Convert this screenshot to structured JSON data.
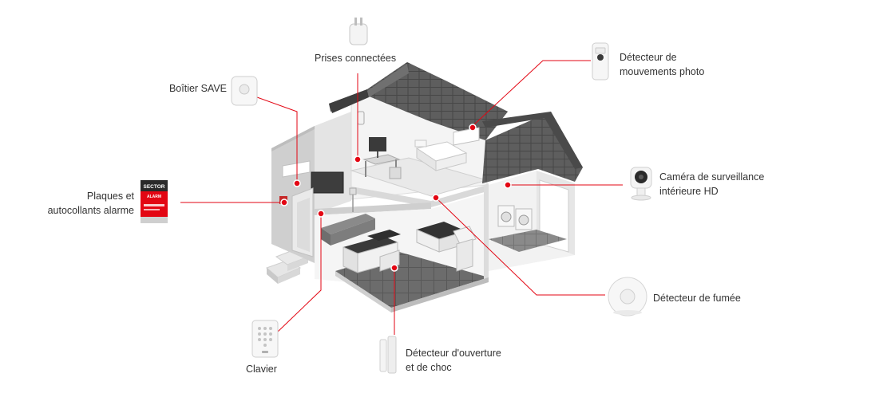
{
  "colors": {
    "accent": "#e30613",
    "roof": "#5a5a5a",
    "wall": "#f2f2f2",
    "floor_tile": "#6a6a6a"
  },
  "labels": {
    "prises": "Prises connectées",
    "detecteur_photo_l1": "Détecteur de",
    "detecteur_photo_l2": "mouvements photo",
    "boitier": "Boîtier SAVE",
    "camera_l1": "Caméra de surveillance",
    "camera_l2": "intérieure HD",
    "plaques_l1": "Plaques et",
    "plaques_l2": "autocollants alarme",
    "fumee": "Détecteur de fumée",
    "clavier": "Clavier",
    "ouverture_l1": "Détecteur d'ouverture",
    "ouverture_l2": "et de choc"
  },
  "sticker": {
    "brand": "SECTOR",
    "brand_sub": "ALARM"
  }
}
